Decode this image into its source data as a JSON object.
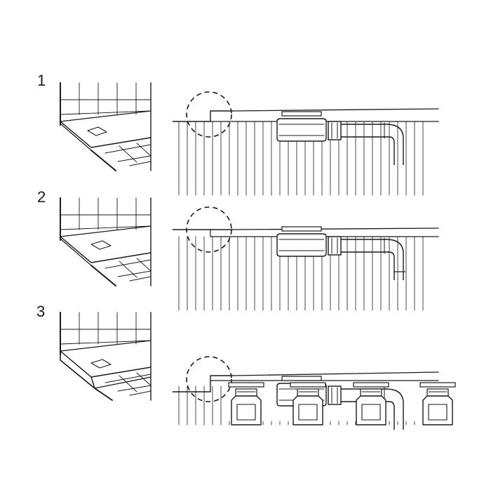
{
  "steps": [
    {
      "number": "1",
      "variant": "raised-threshold"
    },
    {
      "number": "2",
      "variant": "flush-threshold"
    },
    {
      "number": "3",
      "variant": "on-pedestal-feet"
    }
  ],
  "colors": {
    "line": "#1a1a1a",
    "background": "#ffffff"
  },
  "callout": "dashed-circle"
}
